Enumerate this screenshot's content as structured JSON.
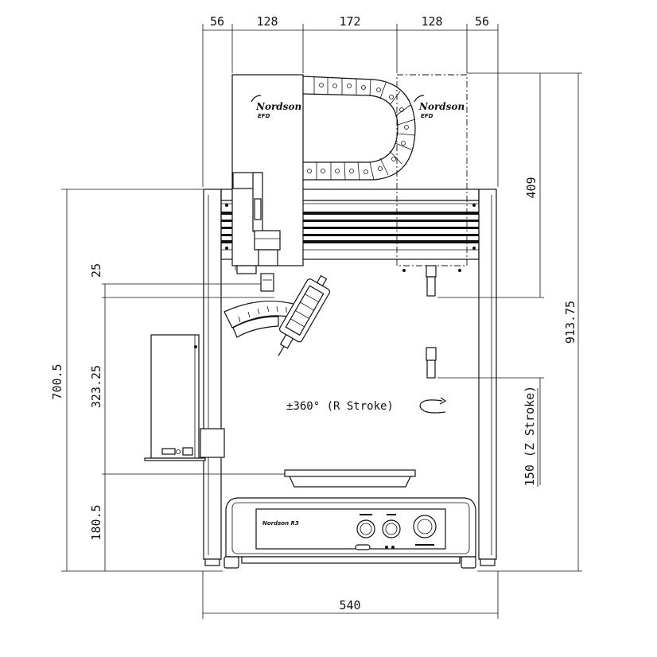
{
  "dimensions": {
    "top": [
      "56",
      "128",
      "172",
      "128",
      "56"
    ],
    "bottom_width": "540",
    "left_total": "700.5",
    "left_upper": "323.25",
    "left_lower": "180.5",
    "left_small": "25",
    "right_total": "913.75",
    "right_upper": "409",
    "z_stroke": "150 (Z Stroke)",
    "r_stroke": "±360° (R Stroke)"
  },
  "branding": {
    "logo_left": "Nordson",
    "logo_left_sub": "EFD",
    "logo_right": "Nordson",
    "logo_right_sub": "EFD",
    "base_logo": "Nordson R3"
  }
}
